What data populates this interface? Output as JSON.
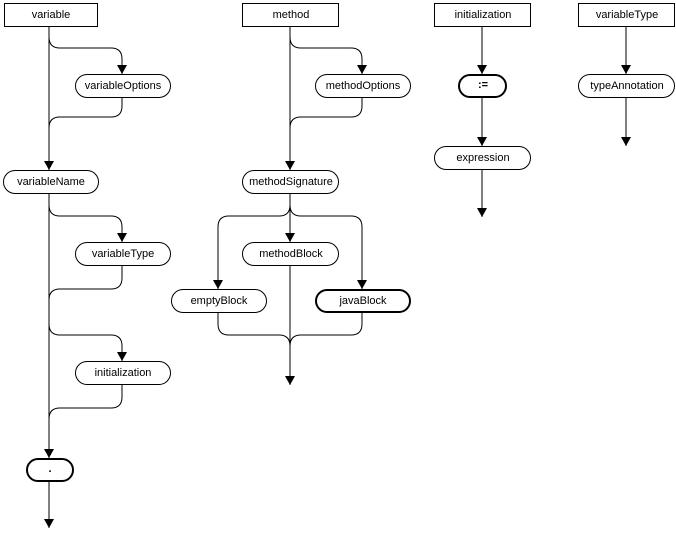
{
  "rules": [
    {
      "name": "variable",
      "nodes": [
        "variableOptions",
        "variableName",
        "variableType",
        "initialization",
        "."
      ]
    },
    {
      "name": "method",
      "nodes": [
        "methodOptions",
        "methodSignature",
        "methodBlock",
        "emptyBlock",
        "javaBlock"
      ]
    },
    {
      "name": "initialization",
      "nodes": [
        ":=",
        "expression"
      ]
    },
    {
      "name": "variableType",
      "nodes": [
        "typeAnnotation"
      ]
    }
  ]
}
